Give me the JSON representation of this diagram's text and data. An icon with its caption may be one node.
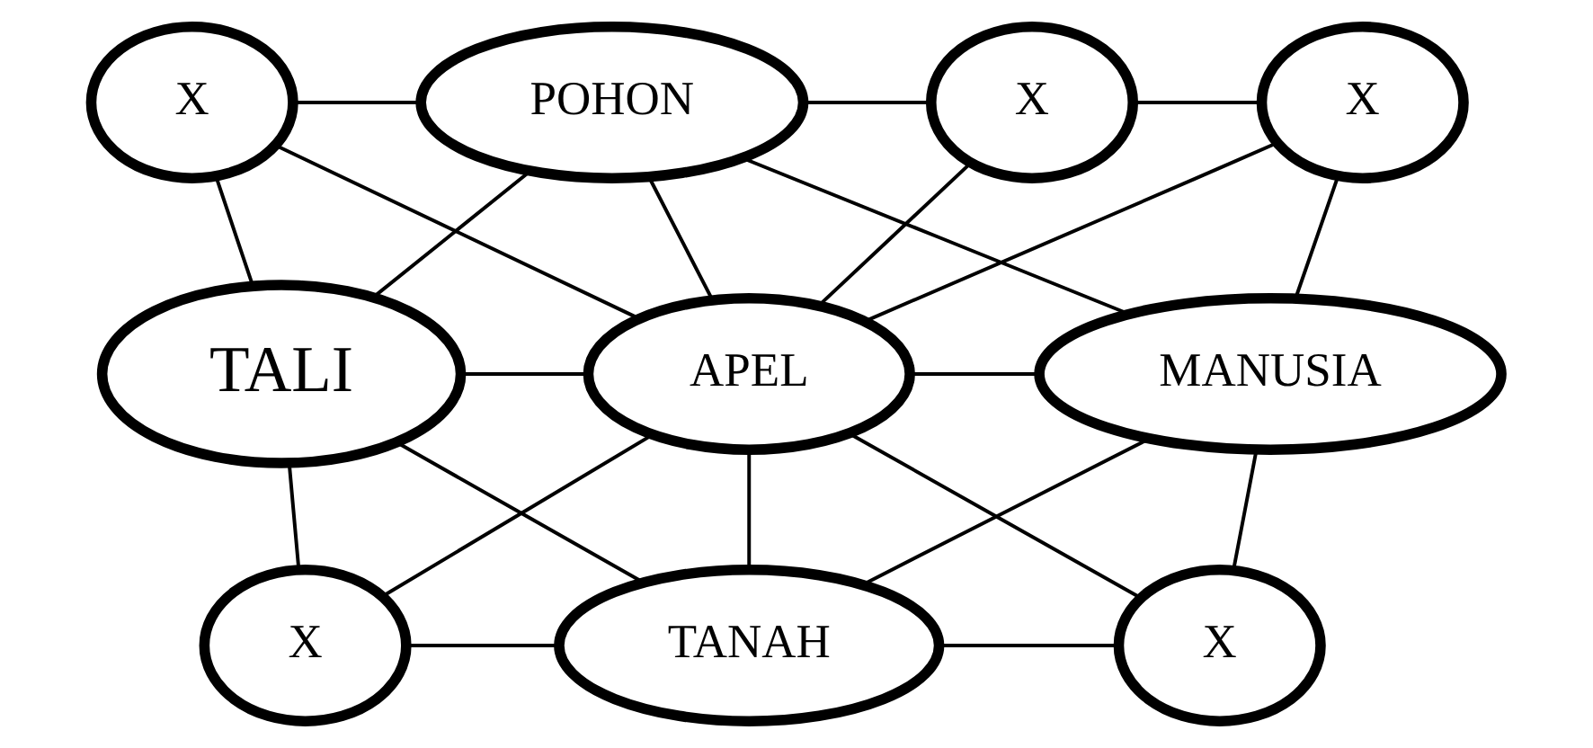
{
  "diagram": {
    "nodes": [
      {
        "text": [
          "X"
        ]
      },
      {
        "text": [
          "POHON"
        ]
      },
      {
        "text": [
          "X"
        ]
      },
      {
        "text": [
          "X"
        ]
      },
      {
        "text": [
          "TALI"
        ]
      },
      {
        "text": [
          "APEL"
        ]
      },
      {
        "text": [
          "MANUSIA"
        ]
      },
      {
        "text": [
          "X"
        ]
      },
      {
        "text": [
          "TANAH"
        ]
      },
      {
        "text": [
          "X"
        ]
      }
    ],
    "edges": [
      {
        "from": 0,
        "to": 1,
        "arrow": "none"
      },
      {
        "from": 1,
        "to": 2,
        "arrow": "none"
      },
      {
        "from": 2,
        "to": 3,
        "arrow": "none"
      },
      {
        "from": 0,
        "to": 4,
        "arrow": "none"
      },
      {
        "from": 0,
        "to": 5,
        "arrow": "none"
      },
      {
        "from": 1,
        "to": 5,
        "arrow": "none"
      },
      {
        "from": 1,
        "to": 4,
        "arrow": "none"
      },
      {
        "from": 1,
        "to": 6,
        "arrow": "none"
      },
      {
        "from": 2,
        "to": 5,
        "arrow": "none"
      },
      {
        "from": 3,
        "to": 5,
        "arrow": "none"
      },
      {
        "from": 3,
        "to": 6,
        "arrow": "none"
      },
      {
        "from": 4,
        "to": 5,
        "arrow": "none"
      },
      {
        "from": 5,
        "to": 6,
        "arrow": "none"
      },
      {
        "from": 4,
        "to": 7,
        "arrow": "none"
      },
      {
        "from": 4,
        "to": 8,
        "arrow": "none"
      },
      {
        "from": 5,
        "to": 7,
        "arrow": "none"
      },
      {
        "from": 5,
        "to": 8,
        "arrow": "none"
      },
      {
        "from": 5,
        "to": 9,
        "arrow": "none"
      },
      {
        "from": 6,
        "to": 8,
        "arrow": "none"
      },
      {
        "from": 6,
        "to": 9,
        "arrow": "none"
      },
      {
        "from": 7,
        "to": 8,
        "arrow": "none"
      },
      {
        "from": 8,
        "to": 9,
        "arrow": "none"
      }
    ]
  }
}
